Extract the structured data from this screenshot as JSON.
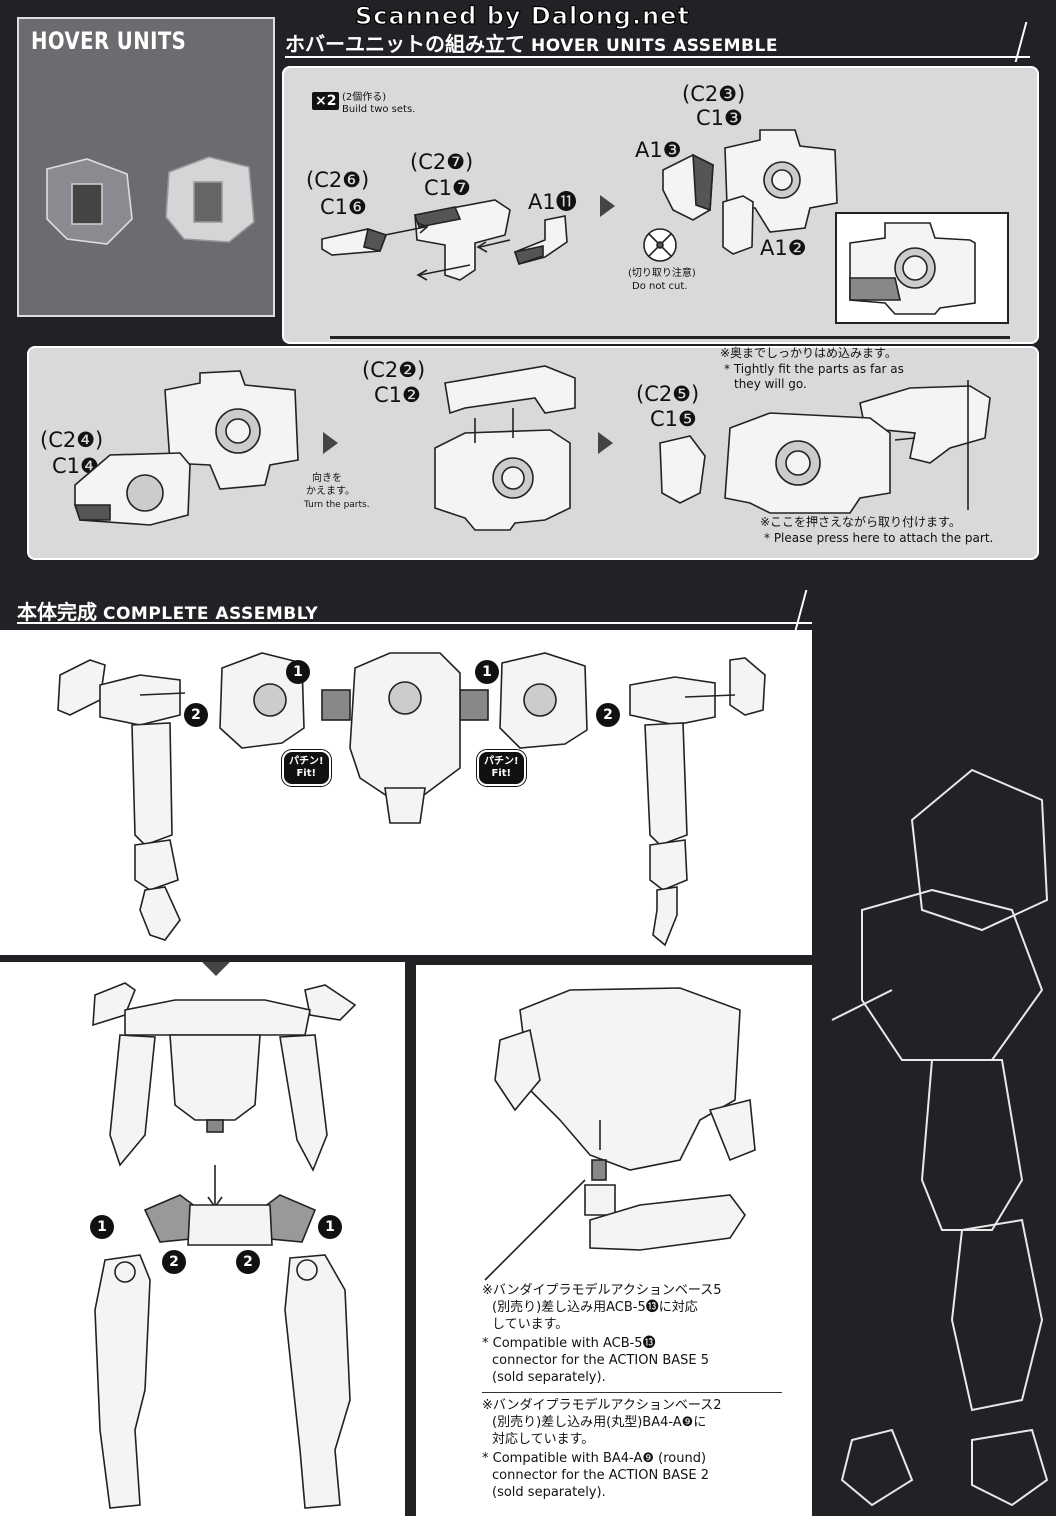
{
  "watermark": "Scanned by Dalong.net",
  "hover_units": {
    "thumb_title": "HOVER UNITS",
    "section_title_jp": "ホバーユニットの組み立て",
    "section_title_en": "HOVER UNITS ASSEMBLE",
    "qty_badge": "×2",
    "qty_jp": "(2個作る)",
    "qty_en": "Build two sets.",
    "step1": {
      "part_c26": "(C2❻)",
      "part_c16": "C1❻",
      "part_c27": "(C2❼)",
      "part_c17": "C1❼",
      "part_a111": "A1⓫"
    },
    "step2": {
      "part_c23": "(C2❸)",
      "part_c13": "C1❸",
      "part_a13": "A1❸",
      "part_a12": "A1❷",
      "donotcut_jp": "(切り取り注意)",
      "donotcut_en": "Do not cut."
    },
    "step3": {
      "part_c24": "(C2❹)",
      "part_c14": "C1❹",
      "turn_jp_1": "向きを",
      "turn_jp_2": "かえます。",
      "turn_en": "Turn the parts."
    },
    "step4": {
      "part_c22": "(C2❷)",
      "part_c12": "C1❷"
    },
    "step5": {
      "part_c25": "(C2❺)",
      "part_c15": "C1❺",
      "tight_jp": "※奥までしっかりはめ込みます。",
      "tight_en_1": "* Tightly fit the parts as far as",
      "tight_en_2": "they will go.",
      "press_jp": "※ここを押さえながら取り付けます。",
      "press_en": "* Please press here to attach the part."
    }
  },
  "complete": {
    "section_title_jp": "本体完成",
    "section_title_en": "COMPLETE ASSEMBLY",
    "num1": "1",
    "num2": "2",
    "fit_jp": "パチン!",
    "fit_en": "Fit!",
    "notes": [
      "※バンダイプラモデルアクションベース5",
      "(別売り)差し込み用ACB-5⓭に対応",
      "しています。",
      "* Compatible with ACB-5⓭",
      "connector for the ACTION BASE 5",
      "(sold separately).",
      "※バンダイプラモデルアクションベース2",
      "(別売り)差し込み用(丸型)BA4-A❾に",
      "対応しています。",
      "* Compatible with BA4-A❾ (round)",
      "connector for the ACTION BASE 2",
      "(sold separately)."
    ]
  }
}
